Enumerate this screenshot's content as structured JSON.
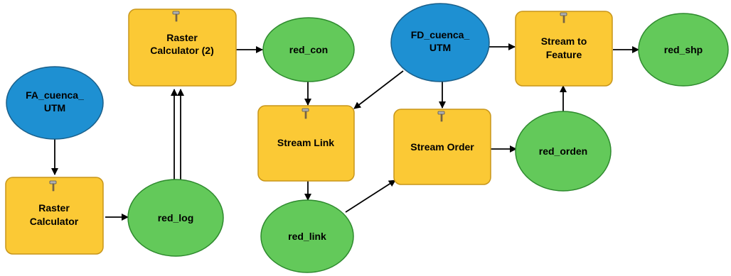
{
  "nodes": {
    "fa_cuenca_utm": {
      "lines": [
        "FA_cuenca_",
        "UTM"
      ],
      "type": "input"
    },
    "fd_cuenca_utm": {
      "lines": [
        "FD_cuenca_",
        "UTM"
      ],
      "type": "input"
    },
    "raster_calculator": {
      "lines": [
        "Raster",
        "Calculator"
      ],
      "type": "tool"
    },
    "raster_calculator_2": {
      "lines": [
        "Raster",
        "Calculator (2)"
      ],
      "type": "tool"
    },
    "stream_link": {
      "lines": [
        "Stream Link"
      ],
      "type": "tool"
    },
    "stream_order": {
      "lines": [
        "Stream Order"
      ],
      "type": "tool"
    },
    "stream_to_feature": {
      "lines": [
        "Stream to",
        "Feature"
      ],
      "type": "tool"
    },
    "red_log": {
      "lines": [
        "red_log"
      ],
      "type": "data"
    },
    "red_con": {
      "lines": [
        "red_con"
      ],
      "type": "data"
    },
    "red_link": {
      "lines": [
        "red_link"
      ],
      "type": "data"
    },
    "red_orden": {
      "lines": [
        "red_orden"
      ],
      "type": "data"
    },
    "red_shp": {
      "lines": [
        "red_shp"
      ],
      "type": "data"
    }
  },
  "colors": {
    "input": "#1e90d2",
    "data": "#63c95a",
    "tool": "#fbc935",
    "edge": "#000000"
  },
  "icons": {
    "tool": "hammer-icon"
  }
}
